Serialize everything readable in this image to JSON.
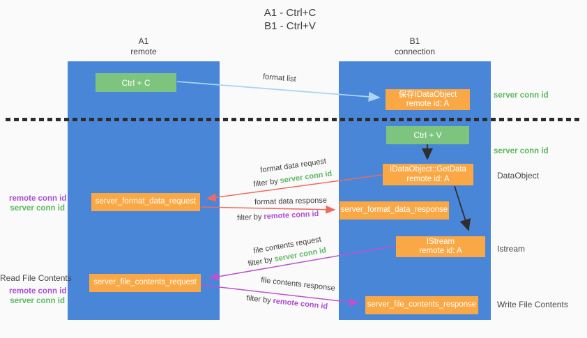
{
  "title": {
    "line1": "A1 - Ctrl+C",
    "line2": "B1 - Ctrl+V"
  },
  "lanes": {
    "left": {
      "title": "A1",
      "subtitle": "remote"
    },
    "right": {
      "title": "B1",
      "subtitle": "connection"
    }
  },
  "boxes": {
    "ctrl_c": {
      "label": "Ctrl + C"
    },
    "ctrl_v": {
      "label": "Ctrl + V"
    },
    "save_idataobject": {
      "line1": "保存IDataObject",
      "line2": "remote id: A"
    },
    "getdata": {
      "line1": "IDataObject::GetData",
      "line2": "remote id: A"
    },
    "istream": {
      "line1": "IStream",
      "line2": "remote id: A"
    },
    "format_request": {
      "label": "server_format_data_request"
    },
    "format_response": {
      "label": "server_format_data_response"
    },
    "file_request": {
      "label": "server_file_contents_request"
    },
    "file_response": {
      "label": "server_file_contents_response"
    }
  },
  "arrow_labels": {
    "format_list": "format list",
    "format_data_request": "format data request",
    "format_data_response": "format data response",
    "file_contents_request": "file contents request",
    "file_contents_response": "file contents response",
    "filter_by": "filter by",
    "server_conn_id": "server conn id",
    "remote_conn_id": "remote conn id"
  },
  "side_labels": {
    "server_conn_id_top": "server conn id",
    "server_conn_id_mid": "server conn id",
    "dataobject": "DataObject",
    "istream": "Istream",
    "write_file_contents": "Write File Contents",
    "read_file_contents": "Read File Contents",
    "remote_conn_id_1": "remote conn id",
    "server_conn_id_1": "server conn id",
    "remote_conn_id_2": "remote conn id",
    "server_conn_id_2": "server conn id"
  },
  "colors": {
    "background": "#fafafa",
    "lane_blue": "#4a86d8",
    "box_green": "#7dc47f",
    "box_orange": "#f9a845",
    "arrow_light_blue": "#aad4f0",
    "arrow_red": "#ee6a5f",
    "arrow_purple": "#bc52ce",
    "arrow_black": "#2e2e2e",
    "text_green": "#5cb860",
    "text_purple": "#ab4ed2",
    "text_dark": "#3f3f3f"
  }
}
